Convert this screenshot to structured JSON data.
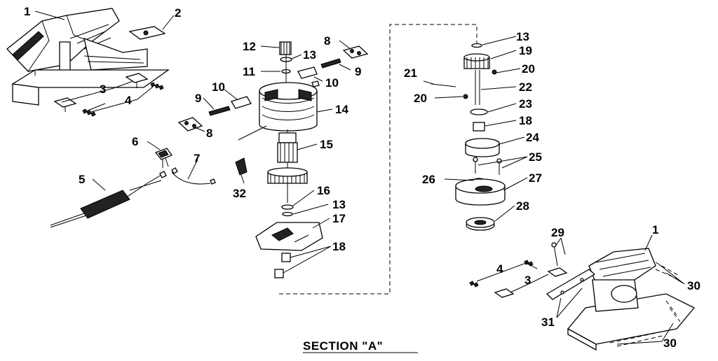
{
  "diagram": {
    "section_label": "SECTION \"A\"",
    "callouts": {
      "c1a": "1",
      "c2": "2",
      "c3a": "3",
      "c4a": "4",
      "c5": "5",
      "c6": "6",
      "c7": "7",
      "c8a": "8",
      "c8b": "8",
      "c9a": "9",
      "c9b": "9",
      "c10a": "10",
      "c10b": "10",
      "c11": "11",
      "c12": "12",
      "c13a": "13",
      "c13b": "13",
      "c13c": "13",
      "c14": "14",
      "c15": "15",
      "c16": "16",
      "c17": "17",
      "c18a": "18",
      "c18b": "18",
      "c19": "19",
      "c20a": "20",
      "c20b": "20",
      "c21": "21",
      "c22": "22",
      "c23": "23",
      "c24": "24",
      "c25": "25",
      "c26": "26",
      "c27": "27",
      "c28": "28",
      "c29": "29",
      "c1b": "1",
      "c4b": "4",
      "c3b": "3",
      "c30a": "30",
      "c30b": "30",
      "c31": "31",
      "c32": "32"
    }
  }
}
